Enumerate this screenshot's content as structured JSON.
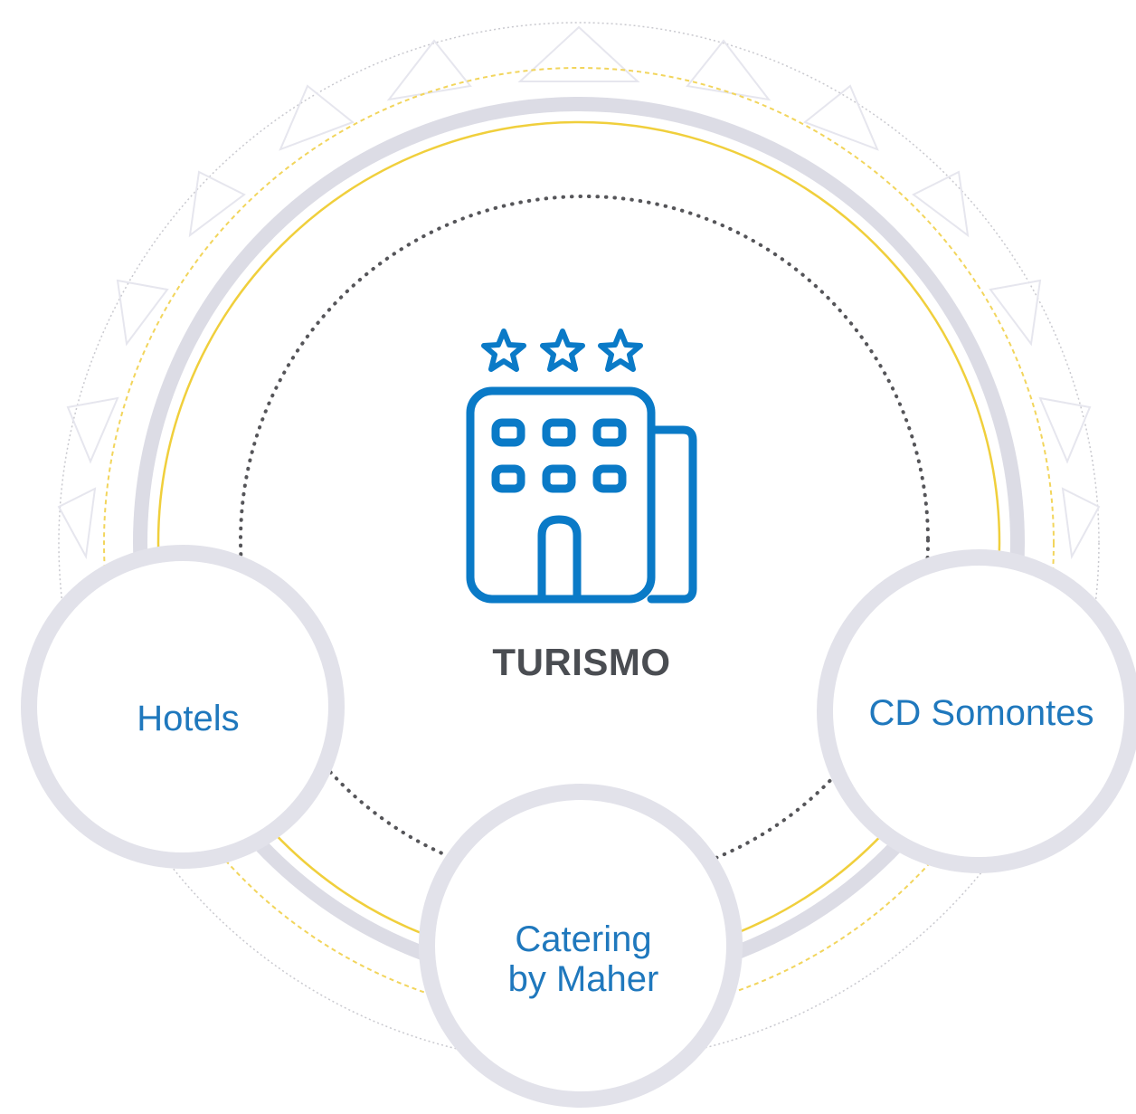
{
  "center": {
    "title": "TURISMO",
    "icon": "hotel-three-stars-icon"
  },
  "nodes": [
    {
      "label": "Hotels"
    },
    {
      "label": "CD Somontes"
    },
    {
      "label": "Catering\nby Maher"
    }
  ],
  "colors": {
    "accent_blue": "#1f78bd",
    "icon_blue": "#0a7ac7",
    "ring_gray": "#dddde6",
    "ring_yellow": "#f0cf3c",
    "title_gray": "#4a4d52"
  }
}
